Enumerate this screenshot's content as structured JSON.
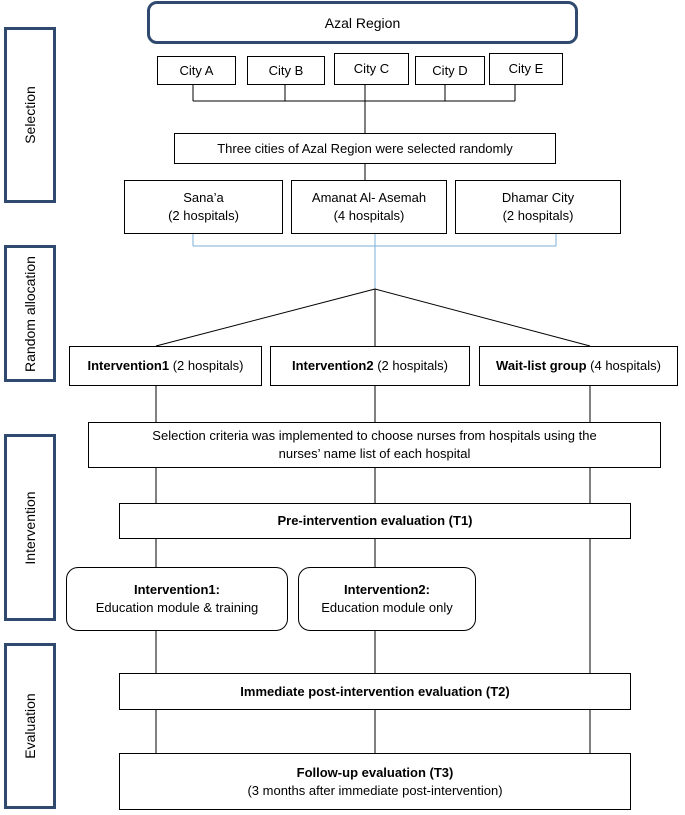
{
  "stages": {
    "selection": "Selection",
    "random_allocation": "Random allocation",
    "intervention": "Intervention",
    "evaluation": "Evaluation"
  },
  "region": "Azal Region",
  "cities": [
    "City A",
    "City B",
    "City C",
    "City D",
    "City E"
  ],
  "selected_note": "Three cities of Azal Region were selected randomly",
  "selected_cities": [
    {
      "name": "Sana’a",
      "hospitals": "(2 hospitals)"
    },
    {
      "name": "Amanat Al- Asemah",
      "hospitals": "(4 hospitals)"
    },
    {
      "name": "Dhamar City",
      "hospitals": "(2 hospitals)"
    }
  ],
  "groups": [
    {
      "name": "Intervention1",
      "detail": " (2 hospitals)"
    },
    {
      "name": "Intervention2",
      "detail": " (2 hospitals)"
    },
    {
      "name": "Wait-list group",
      "detail": " (4 hospitals)"
    }
  ],
  "criteria": {
    "line1": "Selection criteria was implemented to choose nurses from hospitals using the",
    "line2": "nurses’ name list of each hospital"
  },
  "pre_eval": "Pre-intervention evaluation (T1)",
  "interventions": [
    {
      "title": "Intervention1:",
      "desc": "Education module & training"
    },
    {
      "title": "Intervention2:",
      "desc": "Education module only"
    }
  ],
  "post_eval": "Immediate post-intervention evaluation (T2)",
  "followup": {
    "title": "Follow-up evaluation (T3)",
    "desc": "(3 months after immediate post-intervention)"
  }
}
